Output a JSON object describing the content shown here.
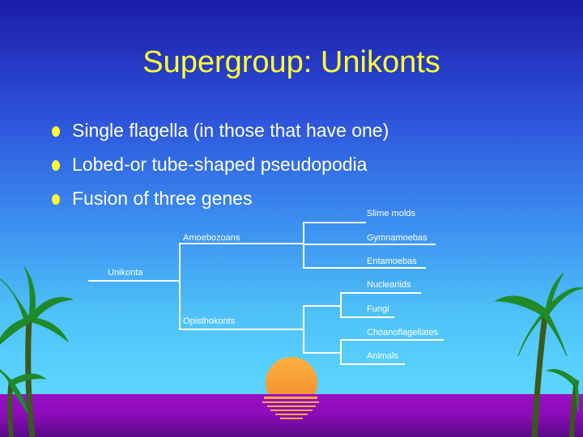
{
  "slide": {
    "title": "Supergroup: Unikonts",
    "bullets": [
      "Single flagella (in those that have one)",
      "Lobed-or tube-shaped pseudopodia",
      "Fusion of three genes"
    ]
  },
  "tree": {
    "root": "Unikonta",
    "clade_a": "Amoebozoans",
    "clade_b": "Opisthokonts",
    "leaves": [
      "Slime molds",
      "Gymnamoebas",
      "Entamoebas",
      "Nucleariids",
      "Fungi",
      "Choanoflagellates",
      "Animals"
    ]
  },
  "colors": {
    "title": "#ffff33",
    "bullet_text": "#ffffff",
    "bullet_dot": "#ffff33",
    "sun": "#f9a838",
    "ground": "#9a10c8",
    "palm": "#1f8a2a"
  },
  "decor": {
    "sun_icon": "sunset-sun-icon",
    "palm_icon": "palm-tree-icon"
  }
}
